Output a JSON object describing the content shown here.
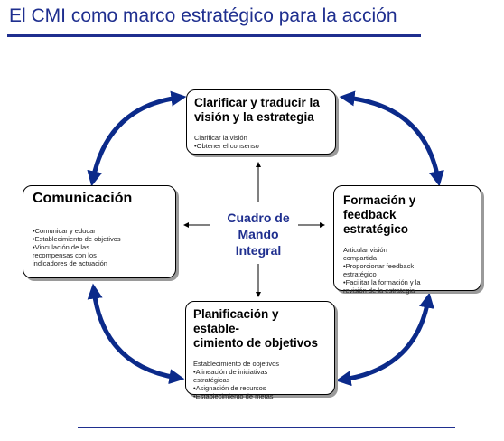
{
  "title": "El CMI como marco estratégico para la acción",
  "center": {
    "lines": [
      "Cuadro de",
      "Mando",
      "Integral"
    ]
  },
  "boxes": {
    "top": {
      "heading": [
        "Clarificar y traducir la",
        "visión y la estrategia"
      ],
      "items": [
        "Clarificar la visión",
        "•Obtener el consenso"
      ]
    },
    "left": {
      "heading": [
        "Comunicación"
      ],
      "items": [
        "•Comunicar y educar",
        "•Establecimiento de objetivos",
        "•Vinculación de las",
        "recompensas con los",
        "indicadores de actuación"
      ]
    },
    "right": {
      "heading": [
        "Formación y feedback",
        "estratégico"
      ],
      "items": [
        "Articular visión",
        "compartida",
        "•Proporcionar feedback",
        "estratégico",
        "•Facilitar la formación y la",
        "revisión de la estrategia"
      ]
    },
    "bottom": {
      "heading": [
        "Planificación y estable-",
        "cimiento de objetivos"
      ],
      "items": [
        "Establecimiento de objetivos",
        "•Alineación de iniciativas",
        "estratégicas",
        "•Asignación de recursos",
        "•Establecimiento de metas"
      ]
    }
  },
  "colors": {
    "title": "#1f2f8f",
    "cycle_arrows": "#0b2a8a",
    "connectors": "#000000"
  }
}
